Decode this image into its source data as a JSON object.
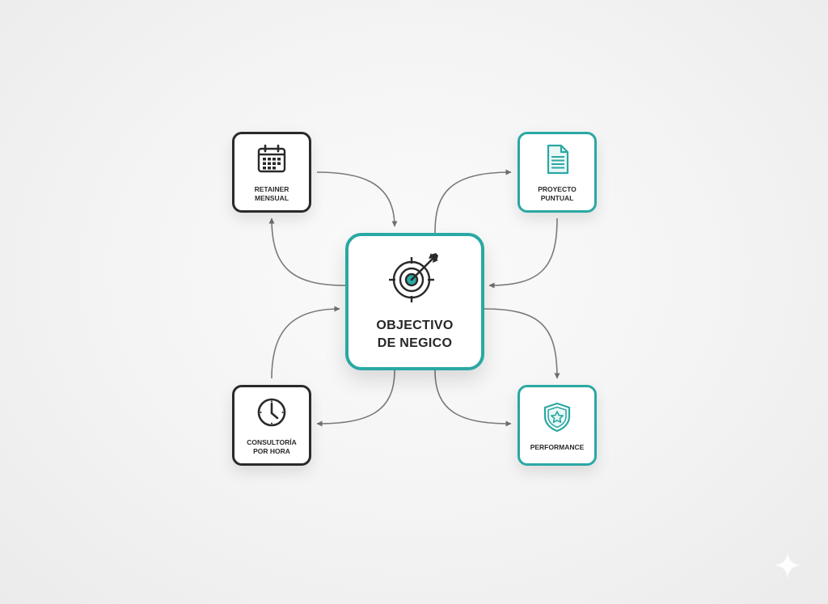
{
  "diagram": {
    "center": {
      "label_line1": "OBJECTIVO",
      "label_line2": "DE NEGICO",
      "icon": "target-arrow-icon"
    },
    "nodes": [
      {
        "id": "retainer",
        "label": "RETAINER MENSUAL",
        "icon": "calendar-icon",
        "style": "dark"
      },
      {
        "id": "proyecto",
        "label": "PROYECTO PUNTUAL",
        "icon": "document-icon",
        "style": "teal"
      },
      {
        "id": "consultoria",
        "label": "CONSULTORÍA POR HORA",
        "icon": "clock-icon",
        "style": "dark"
      },
      {
        "id": "performance",
        "label": "PERFORMANCE",
        "icon": "shield-star-icon",
        "style": "teal"
      }
    ]
  },
  "colors": {
    "dark_border": "#2a2a2a",
    "teal_border": "#2aa8a4",
    "connector": "#6e6e6e",
    "background": "#f3f3f3"
  }
}
